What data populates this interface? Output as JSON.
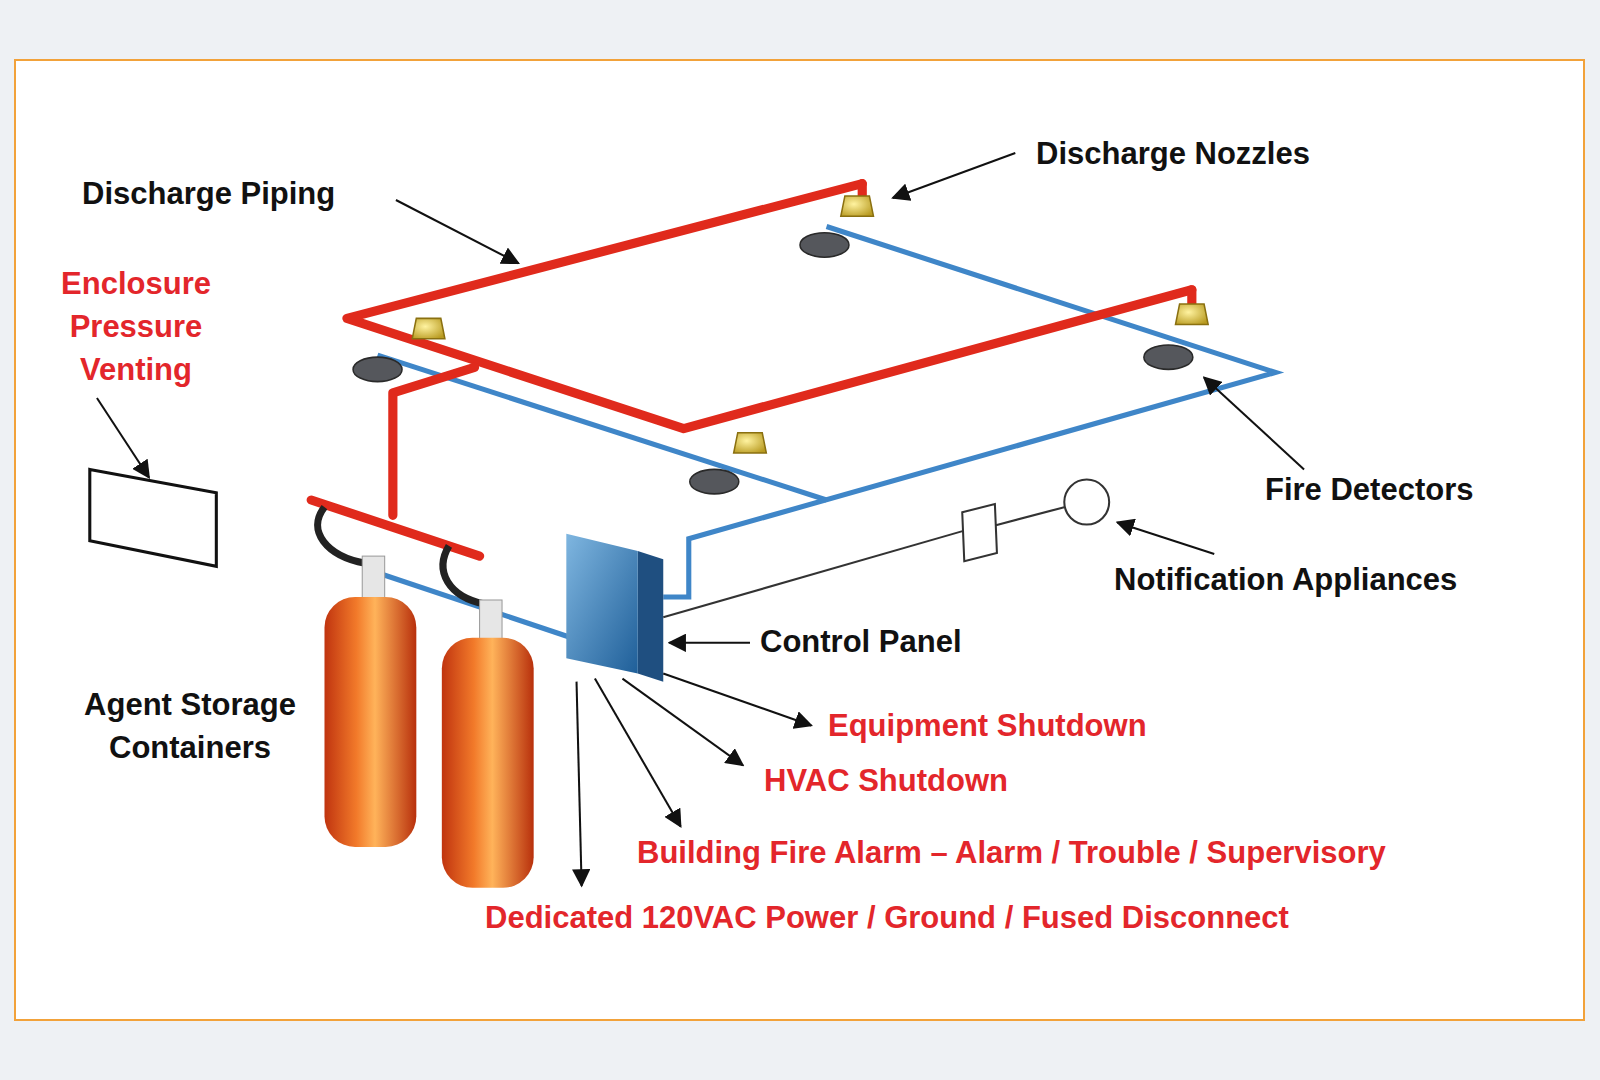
{
  "diagram": {
    "labels": [
      "Discharge Nozzles",
      "Discharge Piping",
      "Enclosure Pressure Venting",
      "Fire Detectors",
      "Notification Appliances",
      "Control Panel",
      "Agent Storage Containers",
      "Equipment Shutdown",
      "HVAC Shutdown",
      "Building Fire Alarm – Alarm / Trouble / Supervisory",
      "Dedicated 120VAC Power / Ground / Fused Disconnect"
    ]
  }
}
